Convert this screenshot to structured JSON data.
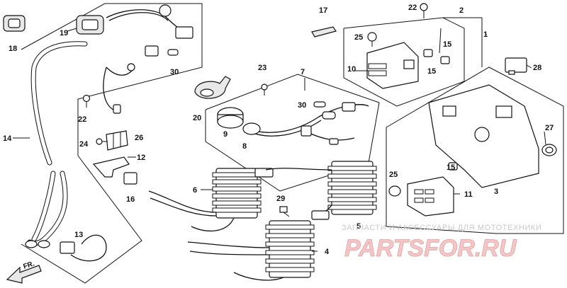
{
  "callouts": [
    {
      "id": "c1",
      "text": "1"
    },
    {
      "id": "c2",
      "text": "2"
    },
    {
      "id": "c3",
      "text": "3"
    },
    {
      "id": "c4",
      "text": "4"
    },
    {
      "id": "c5",
      "text": "5"
    },
    {
      "id": "c6",
      "text": "6"
    },
    {
      "id": "c7",
      "text": "7"
    },
    {
      "id": "c8",
      "text": "8"
    },
    {
      "id": "c9",
      "text": "9"
    },
    {
      "id": "c10",
      "text": "10"
    },
    {
      "id": "c11",
      "text": "11"
    },
    {
      "id": "c12",
      "text": "12"
    },
    {
      "id": "c13",
      "text": "13"
    },
    {
      "id": "c14",
      "text": "14"
    },
    {
      "id": "c15a",
      "text": "15"
    },
    {
      "id": "c15b",
      "text": "15"
    },
    {
      "id": "c15c",
      "text": "15"
    },
    {
      "id": "c16",
      "text": "16"
    },
    {
      "id": "c17",
      "text": "17"
    },
    {
      "id": "c18",
      "text": "18"
    },
    {
      "id": "c19",
      "text": "19"
    },
    {
      "id": "c20",
      "text": "20"
    },
    {
      "id": "c22a",
      "text": "22"
    },
    {
      "id": "c22b",
      "text": "22"
    },
    {
      "id": "c23",
      "text": "23"
    },
    {
      "id": "c24",
      "text": "24"
    },
    {
      "id": "c25a",
      "text": "25"
    },
    {
      "id": "c25b",
      "text": "25"
    },
    {
      "id": "c26",
      "text": "26"
    },
    {
      "id": "c27",
      "text": "27"
    },
    {
      "id": "c28",
      "text": "28"
    },
    {
      "id": "c29",
      "text": "29"
    },
    {
      "id": "c30a",
      "text": "30"
    },
    {
      "id": "c30b",
      "text": "30"
    }
  ],
  "direction_label": "FR.",
  "watermark": {
    "tagline": "ЗАПЧАСТИ И АКСЕССУАРЫ ДЛЯ МОТОТЕХНИКИ",
    "brand": "PARTSFOR.RU"
  }
}
